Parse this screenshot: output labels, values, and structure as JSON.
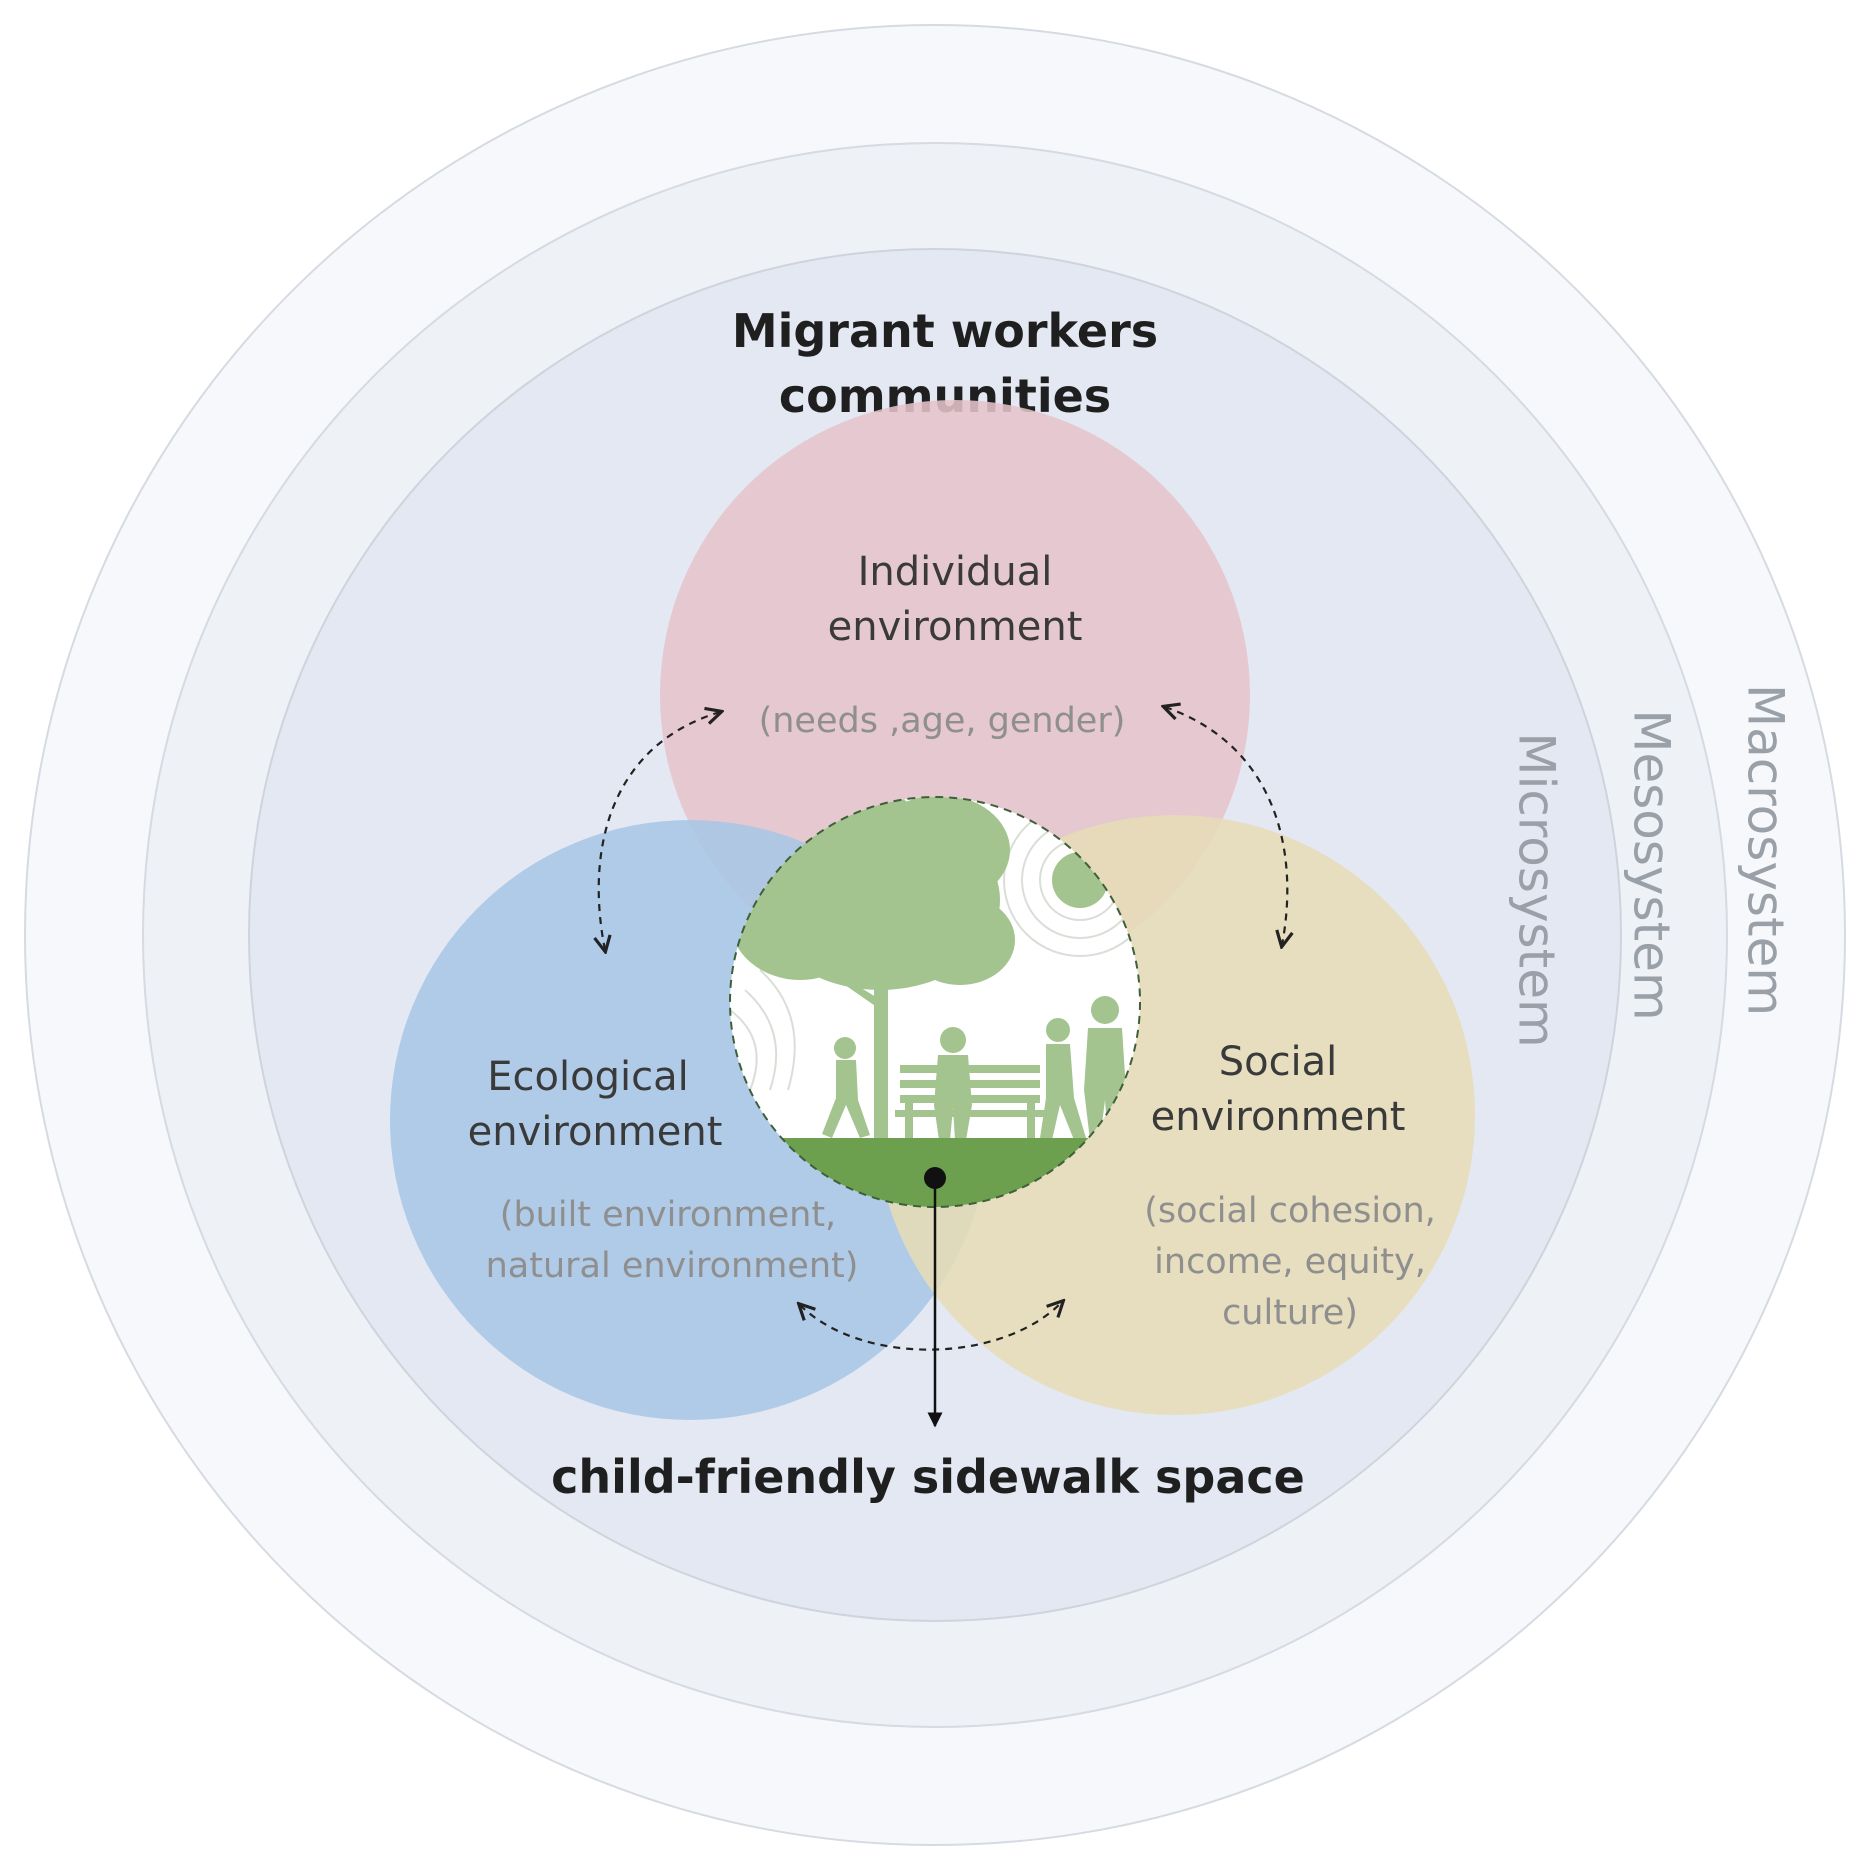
{
  "systems": {
    "macro": "Macrosystem",
    "meso": "Mesosystem",
    "micro": "Microsystem"
  },
  "title": {
    "line1": "Migrant workers",
    "line2": "communities"
  },
  "individual": {
    "title_line1": "Individual",
    "title_line2": "environment",
    "sub_line1": "(needs ,age, gender)",
    "color": "#e5c3cb"
  },
  "ecological": {
    "title_line1": "Ecological",
    "title_line2": "environment",
    "sub_line1": "(built environment,",
    "sub_line2": "natural environment)",
    "color": "#a8c6e6"
  },
  "social": {
    "title_line1": "Social",
    "title_line2": "environment",
    "sub_line1": "(social cohesion,",
    "sub_line2": "income, equity,",
    "sub_line3": "culture)",
    "color": "#e6dcb6"
  },
  "outcome": {
    "label": "child-friendly sidewalk space"
  },
  "colors": {
    "outer_ring": "#f6f7fa",
    "middle_ring": "#eceff5",
    "inner_ring": "#e3e8f1",
    "ring_stroke": "#cfd4dc",
    "green": "#a3c48f",
    "green_dark": "#6da04e"
  }
}
